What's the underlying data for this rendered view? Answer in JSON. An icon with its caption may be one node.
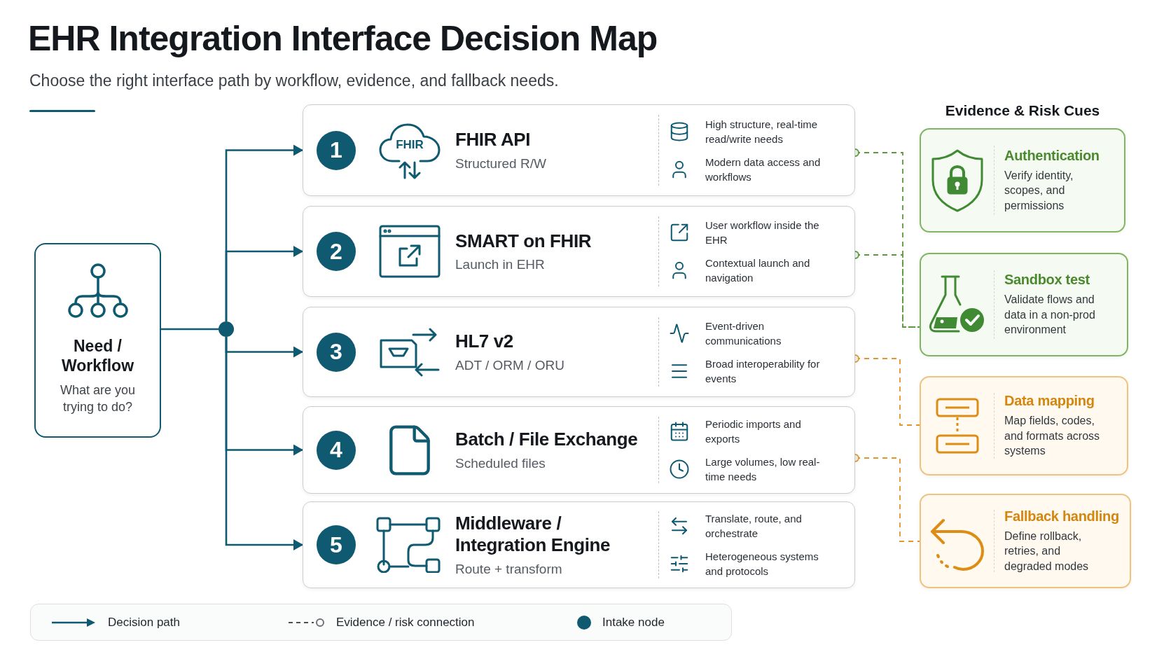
{
  "diagram": {
    "title": "EHR Integration Interface Decision Map",
    "nodes": [
      {
        "text": [
          "Need / Workflow",
          "What are you trying to do?"
        ]
      },
      {
        "text": [],
        "shape": "circle"
      },
      {
        "text": [
          "1",
          "FHIR API",
          "Structured R/W",
          "High structure, real-time read/write needs",
          "Modern data access and workflows"
        ]
      },
      {
        "text": [
          "2",
          "SMART on FHIR",
          "Launch in EHR",
          "User workflow inside the EHR",
          "Contextual launch and navigation"
        ]
      },
      {
        "text": [
          "3",
          "HL7 v2",
          "ADT / ORM / ORU",
          "Event-driven communications",
          "Broad interoperability for events"
        ]
      },
      {
        "text": [
          "4",
          "Batch / File Exchange",
          "Scheduled files",
          "Periodic imports and exports",
          "Large volumes, low real-time needs"
        ]
      },
      {
        "text": [
          "5",
          "Middleware / Integration Engine",
          "Route + transform",
          "Translate, route, and orchestrate",
          "Heterogeneous systems and protocols"
        ]
      },
      {
        "text": [
          "Authentication",
          "Verify identity, scopes, and permissions"
        ]
      },
      {
        "text": [
          "Sandbox test",
          "Validate flows and data in a non-prod environment"
        ]
      },
      {
        "text": [
          "Data mapping",
          "Map fields, codes, and formats across systems"
        ]
      },
      {
        "text": [
          "Fallback handling",
          "Define rollback, retries, and degraded modes"
        ]
      }
    ],
    "edges": [
      {
        "from": 0,
        "to": 1,
        "arrow": "none"
      },
      {
        "from": 1,
        "to": 2,
        "arrow": "to"
      },
      {
        "from": 1,
        "to": 3,
        "arrow": "to"
      },
      {
        "from": 1,
        "to": 4,
        "arrow": "to"
      },
      {
        "from": 1,
        "to": 5,
        "arrow": "to"
      },
      {
        "from": 1,
        "to": 6,
        "arrow": "to"
      },
      {
        "from": 2,
        "to": 8,
        "arrow": "other",
        "style": "dashed",
        "color": "#5a9a3c"
      },
      {
        "from": 3,
        "to": 8,
        "arrow": "other",
        "style": "dashed",
        "color": "#5a9a3c"
      },
      {
        "from": 4,
        "to": 9,
        "arrow": "other",
        "style": "dashed",
        "color": "#e0962a"
      },
      {
        "from": 5,
        "to": 10,
        "arrow": "other",
        "style": "dashed",
        "color": "#e0962a"
      }
    ],
    "labels": [
      "Choose the right interface path by workflow, evidence, and fallback needs.",
      "FHIR",
      "Evidence & Risk Cues"
    ],
    "legend": [
      {
        "text": "Decision path"
      },
      {
        "text": "Evidence / risk connection"
      },
      {
        "text": "Intake node",
        "color": "#0f5a70"
      }
    ]
  }
}
